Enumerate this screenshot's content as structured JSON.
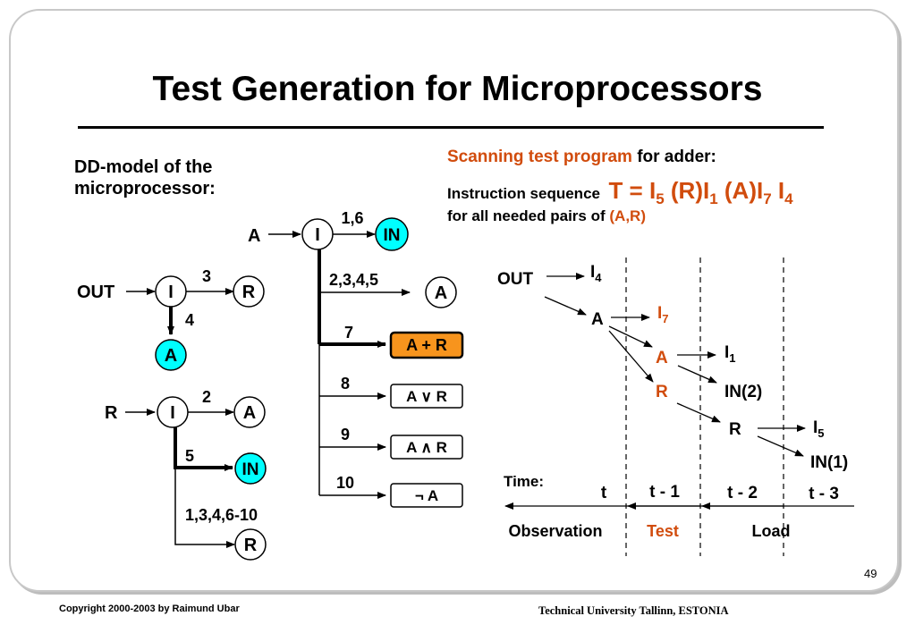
{
  "title": "Test Generation for Microprocessors",
  "dd_label": [
    "DD-model of the",
    "microprocessor:"
  ],
  "scan": {
    "line1_red": "Scanning test program",
    "line1_black": " for adder:",
    "line2_label": "Instruction sequence",
    "formula": {
      "T": "T = I",
      "s1": "5",
      "p1": " (R)I",
      "s2": "1",
      "p2": " (A)I",
      "s3": "7",
      "p3": " I",
      "s4": "4"
    },
    "line3_black": "for all needed pairs of ",
    "line3_red": "(A,R)"
  },
  "dd": {
    "out_tree": {
      "root_label": "OUT",
      "node": "I",
      "edge_right": "3",
      "right_leaf": "R",
      "edge_down": "4",
      "down_leaf": "A"
    },
    "r_tree": {
      "root_label": "R",
      "node": "I",
      "edge_right": "2",
      "right_leaf": "A",
      "edge_down": "5",
      "down_leaf": "IN",
      "edge_bottom": "1,3,4,6-10",
      "bottom_leaf": "R"
    },
    "a_tree": {
      "root_label": "A",
      "node": "I",
      "edge_right": "1,6",
      "right_leaf": "IN",
      "branches": [
        {
          "edge": "2,3,4,5",
          "leaf": "A"
        },
        {
          "edge": "7",
          "leaf": "A + R"
        },
        {
          "edge": "8",
          "leaf": "A ∨ R"
        },
        {
          "edge": "9",
          "leaf": "A ∧ R"
        },
        {
          "edge": "10",
          "leaf": "¬ A"
        }
      ]
    }
  },
  "timeline": {
    "out": "OUT",
    "i4": "I",
    "i4s": "4",
    "a1": "A",
    "i7": "I",
    "i7s": "7",
    "a2": "A",
    "i1": "I",
    "i1s": "1",
    "r1": "R",
    "in2": "IN(2)",
    "r2": "R",
    "i5": "I",
    "i5s": "5",
    "in1": "IN(1)",
    "time_label": "Time:",
    "times": [
      "t",
      "t - 1",
      "t - 2",
      "t - 3"
    ],
    "phases": [
      "Observation",
      "Test",
      "Load"
    ]
  },
  "colors": {
    "accent_red": "#d14c0d",
    "cyan": "#00ffff",
    "orange": "#f7941d"
  },
  "page_number": "49",
  "copyright": "Copyright 2000-2003 by Raimund Ubar",
  "institution": "Technical University Tallinn, ESTONIA"
}
